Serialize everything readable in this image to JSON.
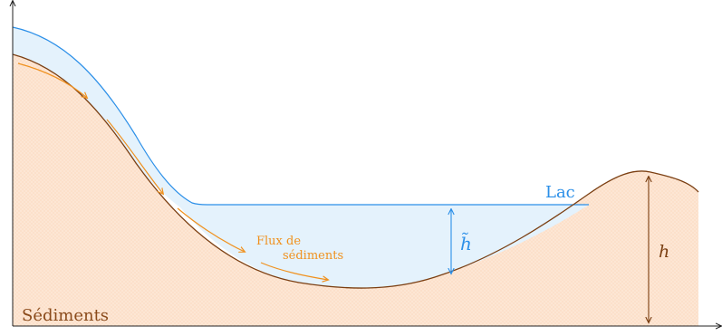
{
  "labels": {
    "sediments": "Sédiments",
    "lake": "Lac",
    "flux_line1": "Flux de",
    "flux_line2": "sédiments",
    "h_tilde": "h̃",
    "h": "h"
  },
  "colors": {
    "sediment_fill": "#fde3cf",
    "sediment_line": "#7b3f12",
    "water_fill": "#e4f2fc",
    "water_line": "#2b8fe8",
    "flux_arrow": "#f0911e",
    "sediment_text": "#8a4a1a",
    "axis": "#222222"
  }
}
